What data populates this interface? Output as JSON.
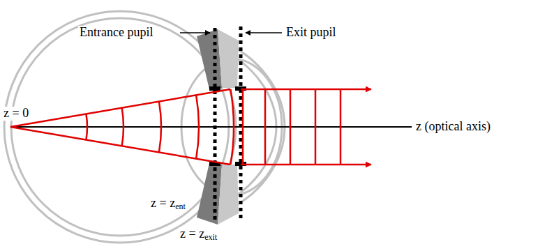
{
  "diagram": {
    "labels": [
      "Entrance pupil",
      "Exit pupil",
      "z = 0",
      "z (optical axis)",
      "z = zent",
      "z = zexit"
    ]
  }
}
